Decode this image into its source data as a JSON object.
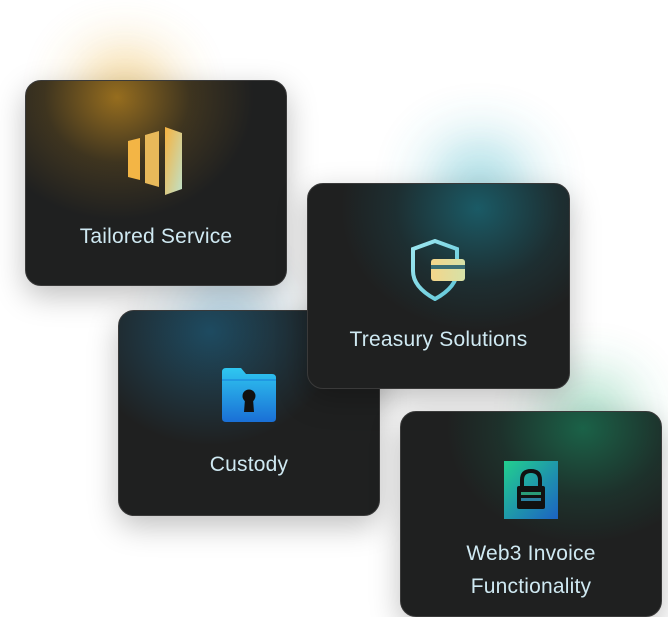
{
  "cards": {
    "tailored": {
      "title": "Tailored Service",
      "icon": "bars-icon",
      "accent": "#d9a12a"
    },
    "treasury": {
      "title": "Treasury Solutions",
      "icon": "shield-card-icon",
      "accent": "#1f7f8c"
    },
    "custody": {
      "title": "Custody",
      "icon": "locked-folder-icon",
      "accent": "#1e9bd7"
    },
    "invoice": {
      "title_line1": "Web3 Invoice",
      "title_line2": "Functionality",
      "icon": "padlock-icon",
      "accent": "#1f9a6a"
    }
  }
}
